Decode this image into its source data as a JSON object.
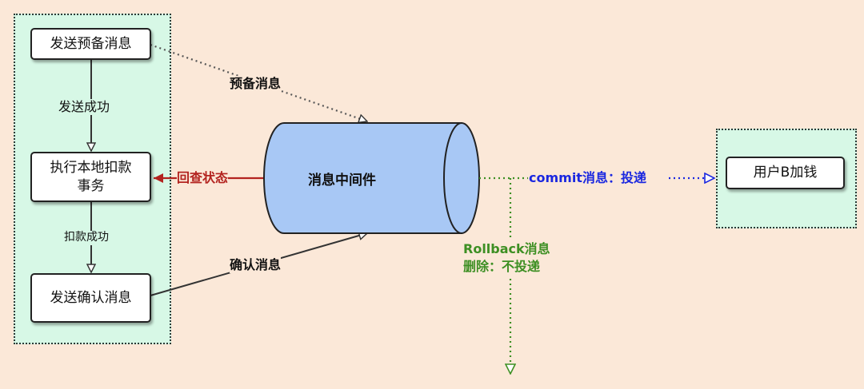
{
  "left_group": {
    "send_prepare": "发送预备消息",
    "send_success": "发送成功",
    "local_deduct": "执行本地扣款\n事务",
    "deduct_success": "扣款成功",
    "send_confirm": "发送确认消息"
  },
  "middleware": {
    "label": "消息中间件"
  },
  "edges": {
    "prepare_msg": "预备消息",
    "confirm_msg": "确认消息",
    "check_status": "回查状态",
    "commit_msg": "commit消息：投递",
    "rollback_msg": "Rollback消息\n删除：不投递"
  },
  "right_group": {
    "user_b": "用户B加钱"
  },
  "colors": {
    "background": "#fbe8d8",
    "group_fill": "#d7f8e6",
    "cylinder_fill": "#a8c8f5",
    "red": "#b3231f",
    "blue": "#1a27e0",
    "green": "#3d8f23"
  }
}
